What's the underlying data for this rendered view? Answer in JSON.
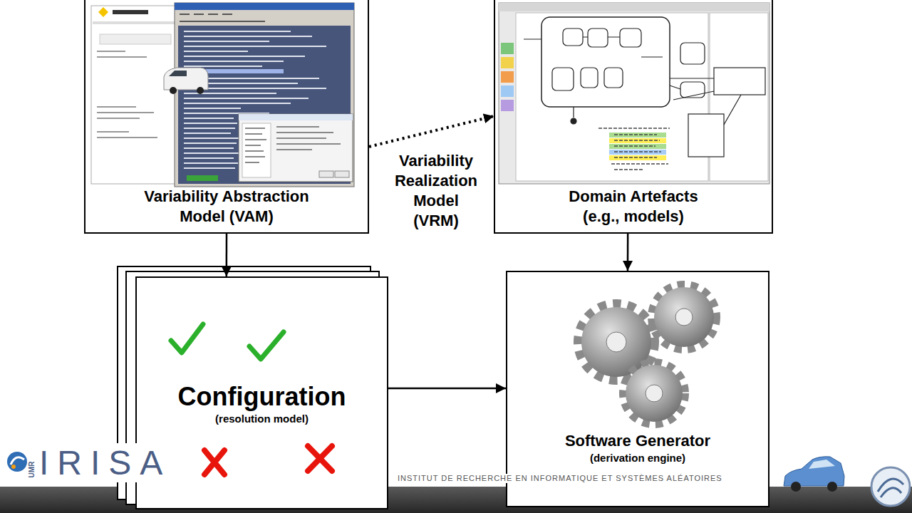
{
  "diagram": {
    "nodes": [
      {
        "text": [
          "Variability Abstraction Model (VAM)"
        ]
      },
      {
        "text": [
          "Domain Artefacts (e.g., models)"
        ]
      },
      {
        "text": [
          "Configuration",
          "(resolution model)"
        ]
      },
      {
        "text": [
          "Software Generator",
          "(derivation engine)"
        ]
      }
    ],
    "edges": [
      {
        "from": 0,
        "to": 1,
        "arrow": "to",
        "label": "Variability Realization Model (VRM)"
      },
      {
        "from": 0,
        "to": 2,
        "arrow": "to"
      },
      {
        "from": 1,
        "to": 3,
        "arrow": "to"
      },
      {
        "from": 2,
        "to": 3,
        "arrow": "to"
      }
    ],
    "labels": [
      "UMR",
      "IRISA",
      "INSTITUT DE RECHERCHE EN INFORMATIQUE ET SYSTÈMES ALÉATOIRES"
    ]
  }
}
